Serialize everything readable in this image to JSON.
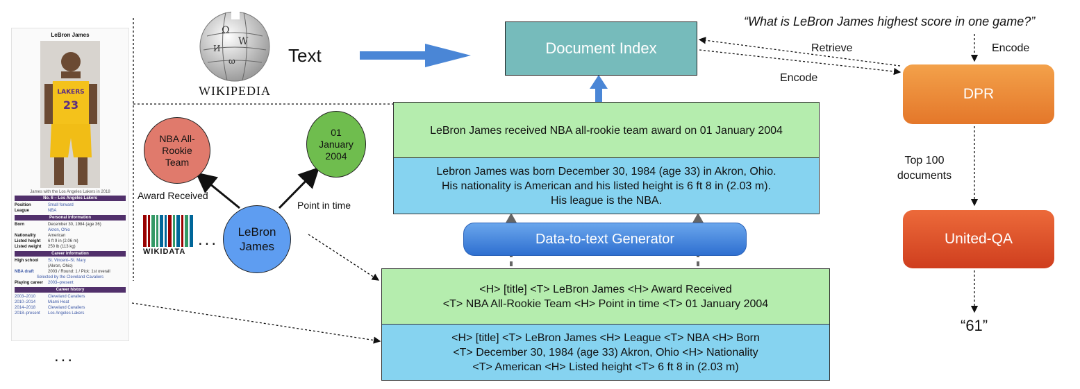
{
  "infobox": {
    "title": "LeBron James",
    "caption": "James with the Los Angeles Lakers in 2018",
    "jersey_label": "LAKERS",
    "jersey_number": "23",
    "team_header": "No. 6 – Los Angeles Lakers",
    "basic_rows": [
      {
        "key": "Position",
        "value": "Small forward"
      },
      {
        "key": "League",
        "value": "NBA"
      }
    ],
    "personal_header": "Personal information",
    "personal_rows": [
      {
        "key": "Born",
        "value": "December 30, 1984 (age 36)"
      },
      {
        "key": "",
        "value": "Akron, Ohio"
      },
      {
        "key": "Nationality",
        "value": "American"
      },
      {
        "key": "Listed height",
        "value": "6 ft 9 in (2.06 m)"
      },
      {
        "key": "Listed weight",
        "value": "250 lb (113 kg)"
      }
    ],
    "career_header": "Career information",
    "career_rows": [
      {
        "key": "High school",
        "value": "St. Vincent–St. Mary"
      },
      {
        "key": "",
        "value": "(Akron, Ohio)"
      },
      {
        "key": "NBA draft",
        "value": "2003 / Round: 1 / Pick: 1st overall"
      }
    ],
    "selected_note": "Selected by the Cleveland Cavaliers",
    "playing_row": {
      "key": "Playing career",
      "value": "2003–present"
    },
    "history_header": "Career history",
    "history_rows": [
      {
        "key": "2003–2010",
        "value": "Cleveland Cavaliers"
      },
      {
        "key": "2010–2014",
        "value": "Miami Heat"
      },
      {
        "key": "2014–2018",
        "value": "Cleveland Cavaliers"
      },
      {
        "key": "2018–present",
        "value": "Los Angeles Lakers"
      }
    ],
    "ellipsis": "..."
  },
  "wikipedia": {
    "wordmark": "WIKIPEDIA",
    "arrow_label": "Text"
  },
  "document_index": "Document Index",
  "graph": {
    "node_award": "NBA All-Rookie Team",
    "node_date": "01 January 2004",
    "node_center": "LeBron James",
    "edge_award": "Award Received",
    "edge_time": "Point in time",
    "wikidata_wordmark": "WIKIDATA",
    "ellipsis": "..."
  },
  "verbalized": {
    "sentence_green": "LeBron James received NBA all-rookie team award on 01 January 2004",
    "sentence_blue": [
      "Lebron James was born December 30, 1984 (age 33) in Akron, Ohio.",
      "His nationality is American and his listed height is 6 ft 8 in (2.03 m).",
      "His league is the NBA."
    ]
  },
  "generator": "Data-to-text Generator",
  "linearized": {
    "green": [
      "<H> [title] <T> LeBron James <H> Award Received",
      "<T> NBA All-Rookie Team <H> Point in time <T> 01 January 2004"
    ],
    "blue": [
      "<H> [title] <T> LeBron James <H> League <T> NBA <H> Born",
      "<T>  December 30, 1984 (age 33) Akron, Ohio  <H> Nationality",
      "<T> American <H> Listed height <T> 6 ft 8 in (2.03 m)"
    ]
  },
  "pipeline": {
    "question": "“What is LeBron James highest score in one game?”",
    "encode_query": "Encode",
    "retrieve": "Retrieve",
    "encode_docs": "Encode",
    "retriever": "DPR",
    "top_docs": [
      "Top 100",
      "documents"
    ],
    "reader": "United-QA",
    "answer": "“61”"
  },
  "colors": {
    "doc_index": "#76bbbb",
    "green_box": "#b5edae",
    "blue_box": "#86d3f0",
    "dpr": "#e98a36",
    "united_qa": "#de5128",
    "node_award": "#e07a6c",
    "node_date": "#6fbd4e",
    "node_center": "#5e9df1"
  },
  "icons": [
    "wikipedia-globe-icon",
    "wikidata-barcode-icon",
    "lebron-photo-icon"
  ]
}
